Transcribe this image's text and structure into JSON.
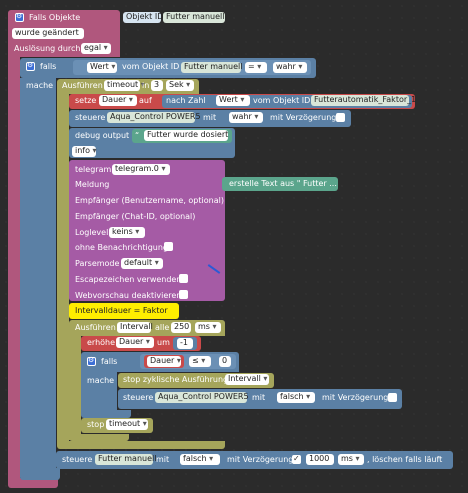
{
  "trigger": {
    "title": "Falls Objekte",
    "object_id_label": "Objekt ID",
    "object_id_value": "Futter manuell",
    "changed": "wurde geändert",
    "triggered_by": "Auslösung durch",
    "triggered_by_value": "egal"
  },
  "if_outer": {
    "falls": "falls",
    "mache": "mache",
    "value_field": "Wert",
    "from_obj": "vom Objekt ID",
    "obj": "Futter manuell",
    "op": "=",
    "rhs": "wahr"
  },
  "exec": {
    "label": "Ausführen",
    "timeout": "timeout",
    "in": "in",
    "delay": "3",
    "unit": "Sek"
  },
  "setze": {
    "label": "setze",
    "var": "Dauer",
    "auf": "auf",
    "to_num": "nach Zahl",
    "value": "Wert",
    "from_obj": "vom Objekt ID",
    "obj": "Futterautomatik_Faktor_1"
  },
  "steuere1": {
    "label": "steuere",
    "obj": "Aqua_Control POWER5",
    "mit": "mit",
    "value": "wahr",
    "delay": "mit Verzögerung"
  },
  "debug": {
    "label": "debug output",
    "text": "Futter wurde dosiert",
    "level": "info"
  },
  "telegram": {
    "label": "telegram",
    "instance": "telegram.0",
    "meldung": "Meldung",
    "meldung_value": "erstelle Text aus \" Futter ...",
    "empf_user": "Empfänger (Benutzername, optional)",
    "empf_chat": "Empfänger (Chat-ID, optional)",
    "loglevel": "Loglevel",
    "loglevel_value": "keins",
    "no_notify": "ohne Benachrichtigung",
    "parsemode": "Parsemode",
    "parsemode_value": "default",
    "escape": "Escapezeichen verwenden",
    "webpreview": "Webvorschau deaktivieren"
  },
  "interval_comment": "Intervalldauer = Faktor",
  "interval": {
    "label": "Ausführen",
    "name": "Intervall",
    "alle": "alle",
    "value": "250",
    "unit": "ms"
  },
  "erhoehe": {
    "label": "erhöhe",
    "var": "Dauer",
    "um": "um",
    "value": "-1"
  },
  "if_inner": {
    "falls": "falls",
    "mache": "mache",
    "var": "Dauer",
    "op": "≤",
    "rhs": "0"
  },
  "stop_interval": {
    "label": "stop zyklische Ausführung",
    "name": "Intervall"
  },
  "steuere2": {
    "label": "steuere",
    "obj": "Aqua_Control POWER5",
    "mit": "mit",
    "value": "falsch",
    "delay": "mit Verzögerung"
  },
  "stop_timeout": {
    "label": "stop",
    "name": "timeout"
  },
  "steuere3": {
    "label": "steuere",
    "obj": "Futter manuell",
    "mit": "mit",
    "value": "falsch",
    "delay": "mit Verzögerung",
    "ms": "1000",
    "unit": "ms",
    "tail": ", löschen falls läuft"
  },
  "colors": {
    "trigger": "#b0577d",
    "logic": "#5b80a5",
    "timer": "#a5a55b",
    "telegram": "#a55ba5",
    "text": "#5ba58c",
    "comment": "#ffee00"
  }
}
